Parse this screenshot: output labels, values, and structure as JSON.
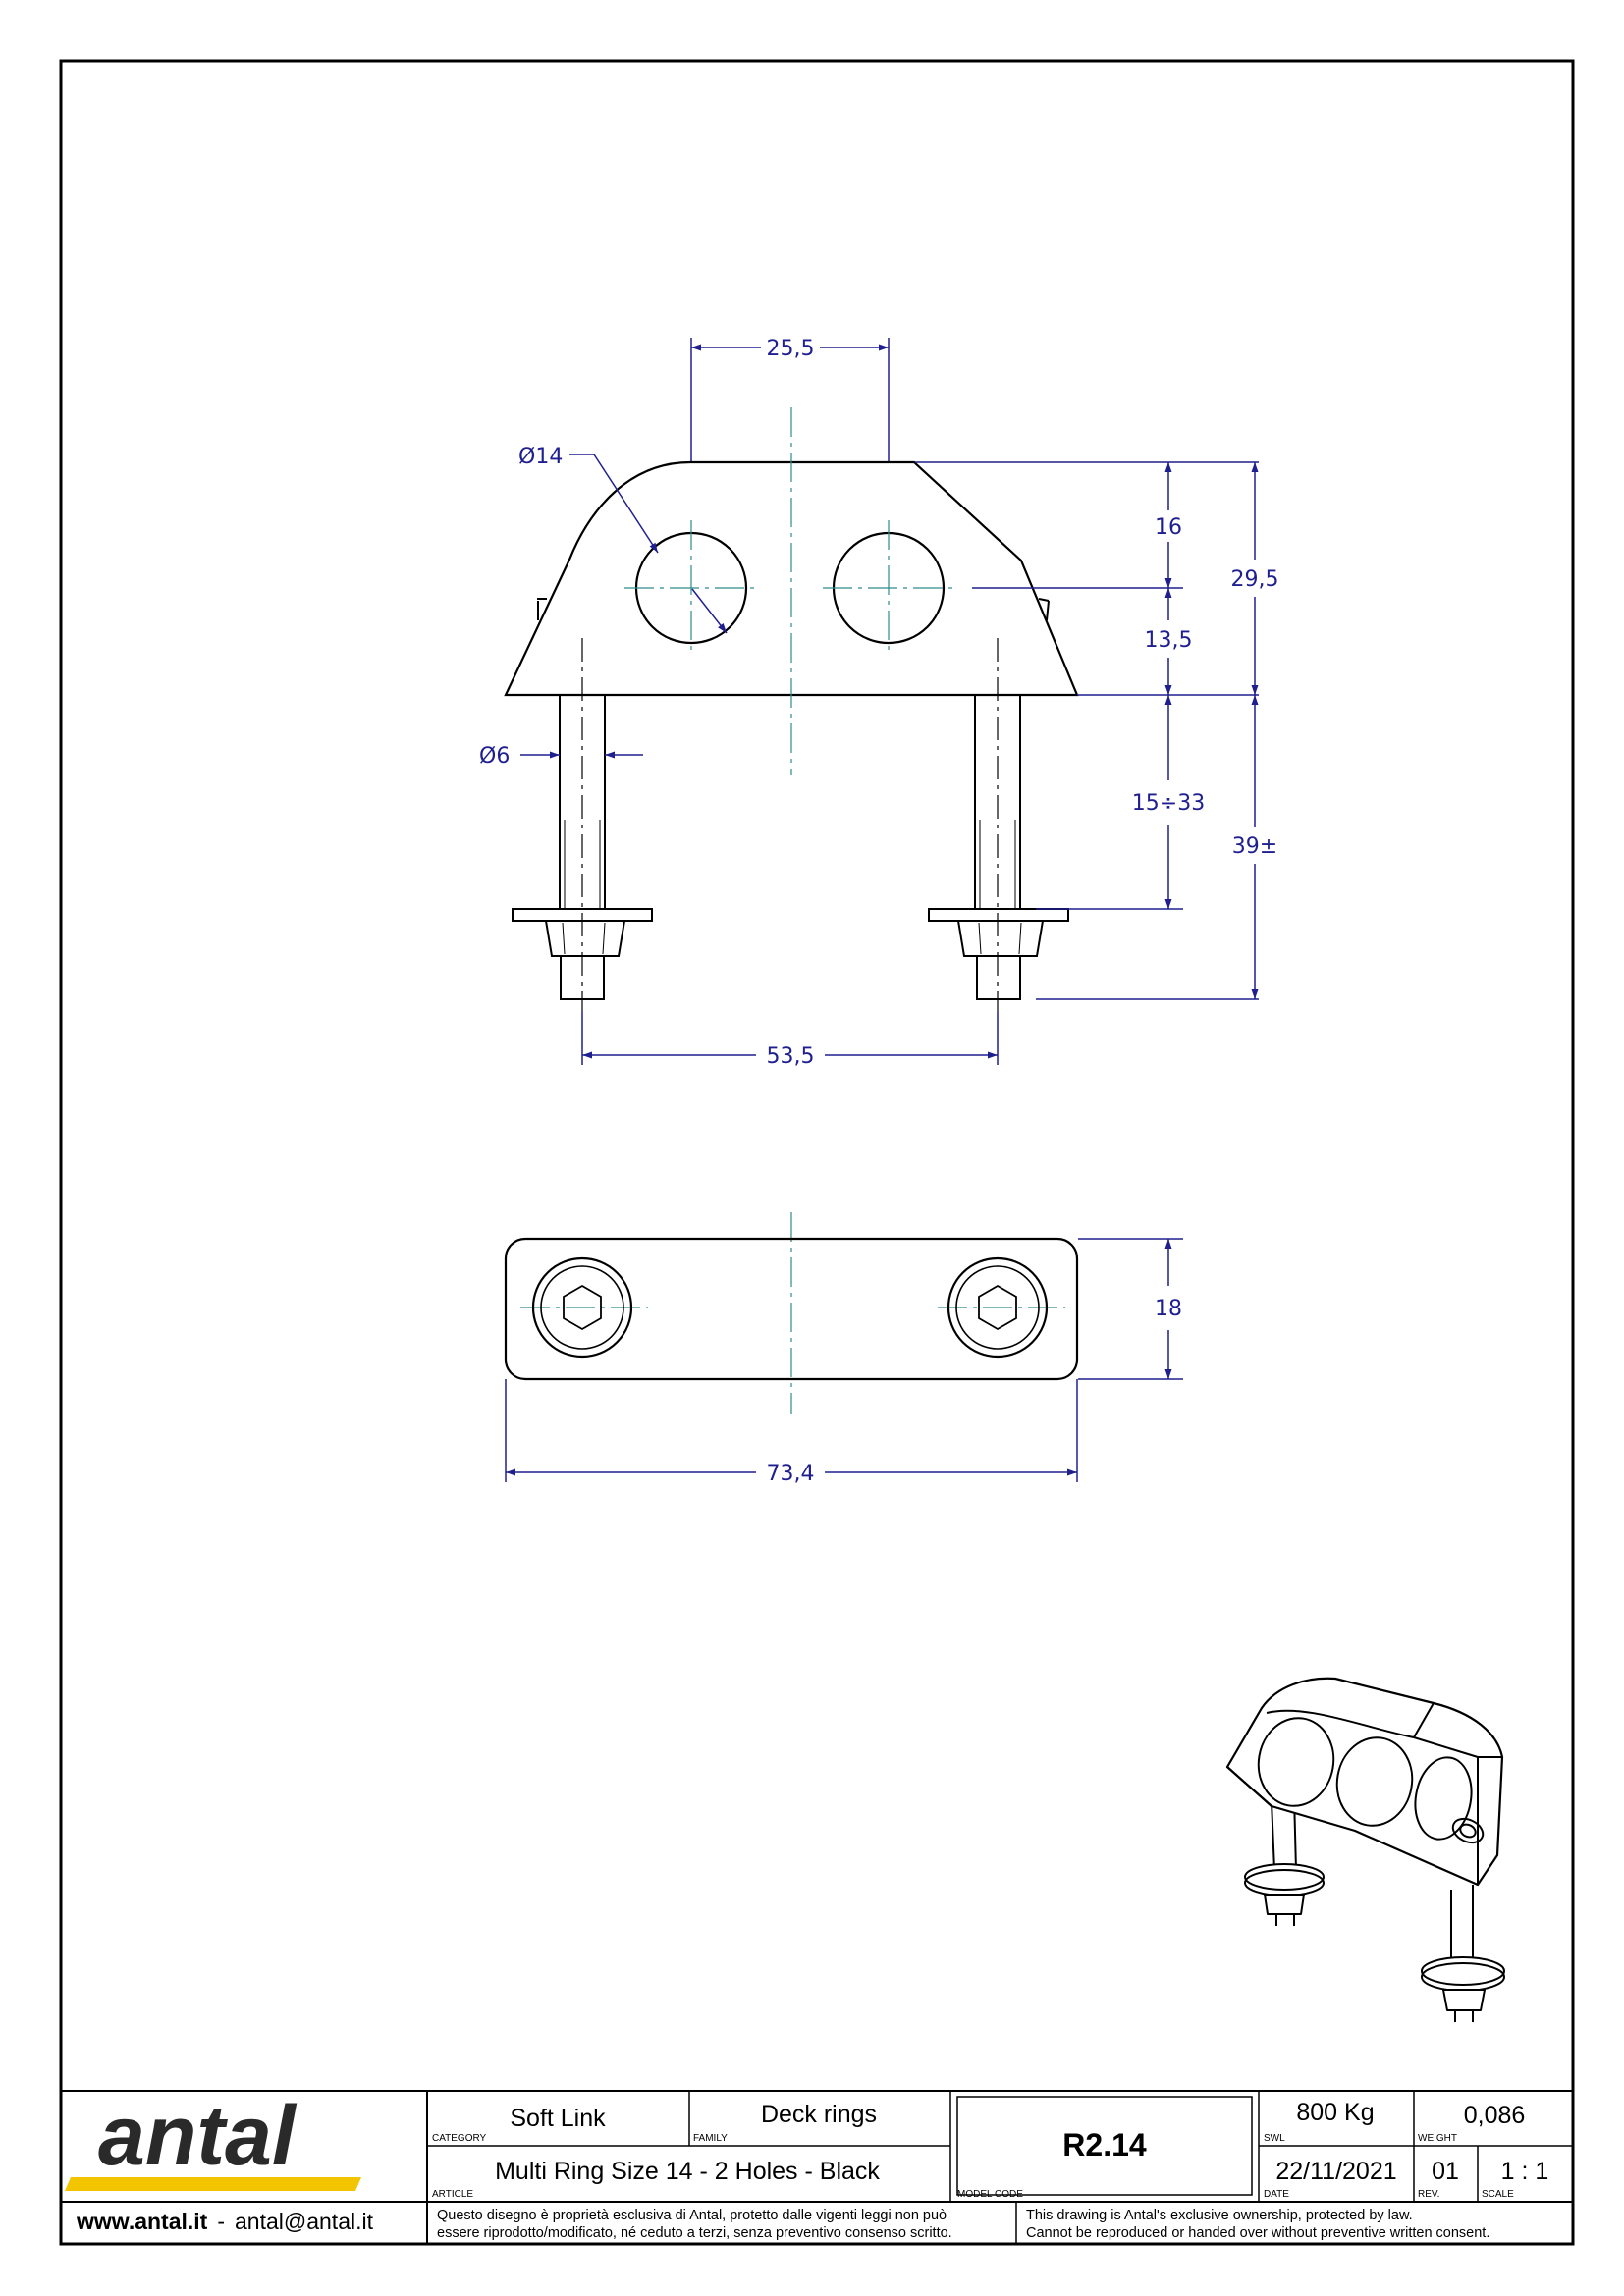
{
  "dimensions": {
    "d_top_spacing": "25,5",
    "d_hole_dia": "Ø14",
    "d_16": "16",
    "d_29_5": "29,5",
    "d_13_5": "13,5",
    "d_bolt_dia": "Ø6",
    "d_15_33": "15÷33",
    "d_39": "39±",
    "d_53_5": "53,5",
    "d_18": "18",
    "d_73_4": "73,4"
  },
  "title_block": {
    "logo_text": "antal",
    "website": "www.antal.it",
    "separator": "-",
    "email": "antal@antal.it",
    "category_value": "Soft Link",
    "category_label": "CATEGORY",
    "family_value": "Deck rings",
    "family_label": "FAMILY",
    "article_value": "Multi Ring Size 14 - 2 Holes - Black",
    "article_label": "ARTICLE",
    "model_code_value": "R2.14",
    "model_code_label": "MODEL CODE",
    "swl_value": "800 Kg",
    "swl_label": "SWL",
    "weight_value": "0,086",
    "weight_label": "WEIGHT",
    "date_value": "22/11/2021",
    "date_label": "DATE",
    "rev_value": "01",
    "rev_label": "REV.",
    "scale_value": "1 : 1",
    "scale_label": "SCALE",
    "note_it_1": "Questo disegno è proprietà esclusiva di Antal, protetto dalle vigenti leggi non può",
    "note_it_2": "essere riprodotto/modificato, né ceduto a terzi, senza preventivo consenso scritto.",
    "note_en_1": "This drawing is Antal's exclusive ownership, protected by law.",
    "note_en_2": "Cannot be reproduced or handed over without preventive written consent."
  },
  "colors": {
    "dimension": "#1f1f8f",
    "centerline": "#2e8b8b",
    "logo_yellow": "#f2c500"
  }
}
